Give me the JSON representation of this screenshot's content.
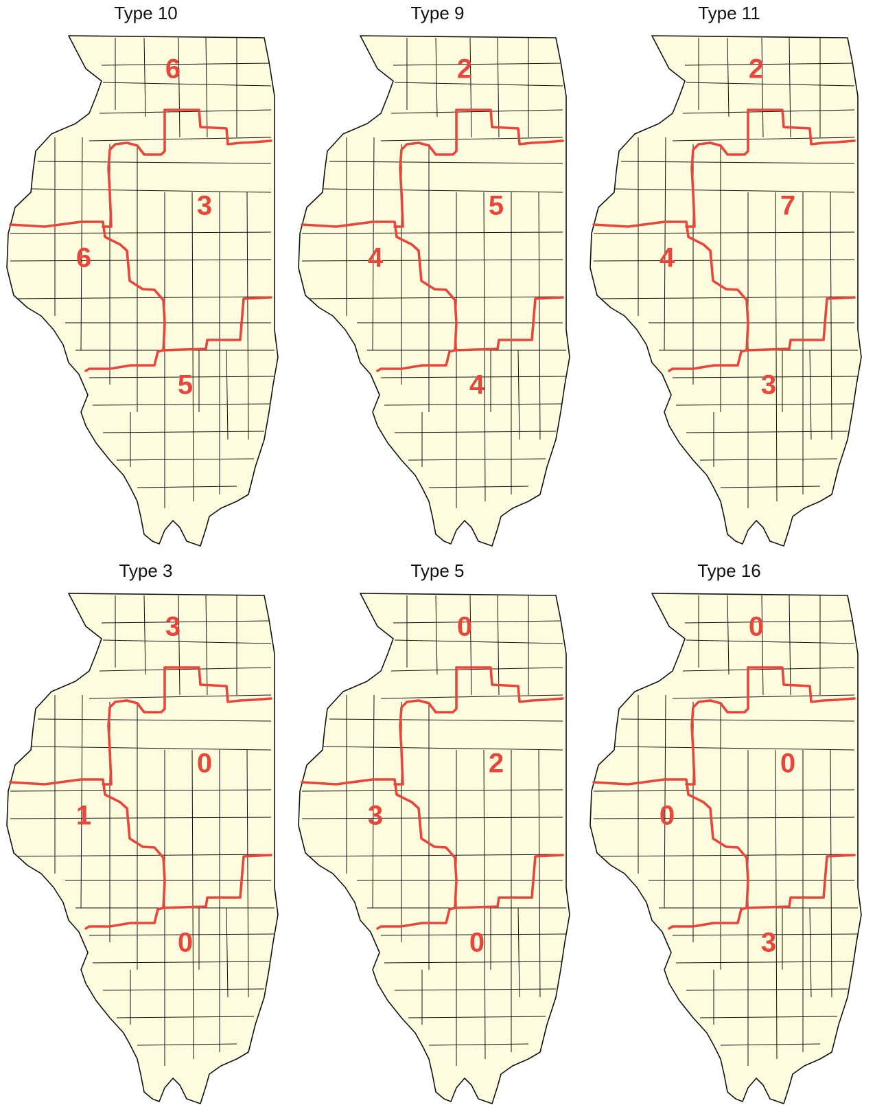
{
  "colors": {
    "land": "#fefcde",
    "border": "#111111",
    "region_boundary": "#e8463a",
    "count_label": "#e8463a"
  },
  "panels": [
    {
      "title": "Type 10",
      "counts": {
        "north": "6",
        "west": "6",
        "central": "3",
        "south": "5"
      }
    },
    {
      "title": "Type 9",
      "counts": {
        "north": "2",
        "west": "4",
        "central": "5",
        "south": "4"
      }
    },
    {
      "title": "Type 11",
      "counts": {
        "north": "2",
        "west": "4",
        "central": "7",
        "south": "3"
      }
    },
    {
      "title": "Type 3",
      "counts": {
        "north": "3",
        "west": "1",
        "central": "0",
        "south": "0"
      }
    },
    {
      "title": "Type 5",
      "counts": {
        "north": "0",
        "west": "3",
        "central": "2",
        "south": "0"
      }
    },
    {
      "title": "Type 16",
      "counts": {
        "north": "0",
        "west": "0",
        "central": "0",
        "south": "3"
      }
    }
  ]
}
